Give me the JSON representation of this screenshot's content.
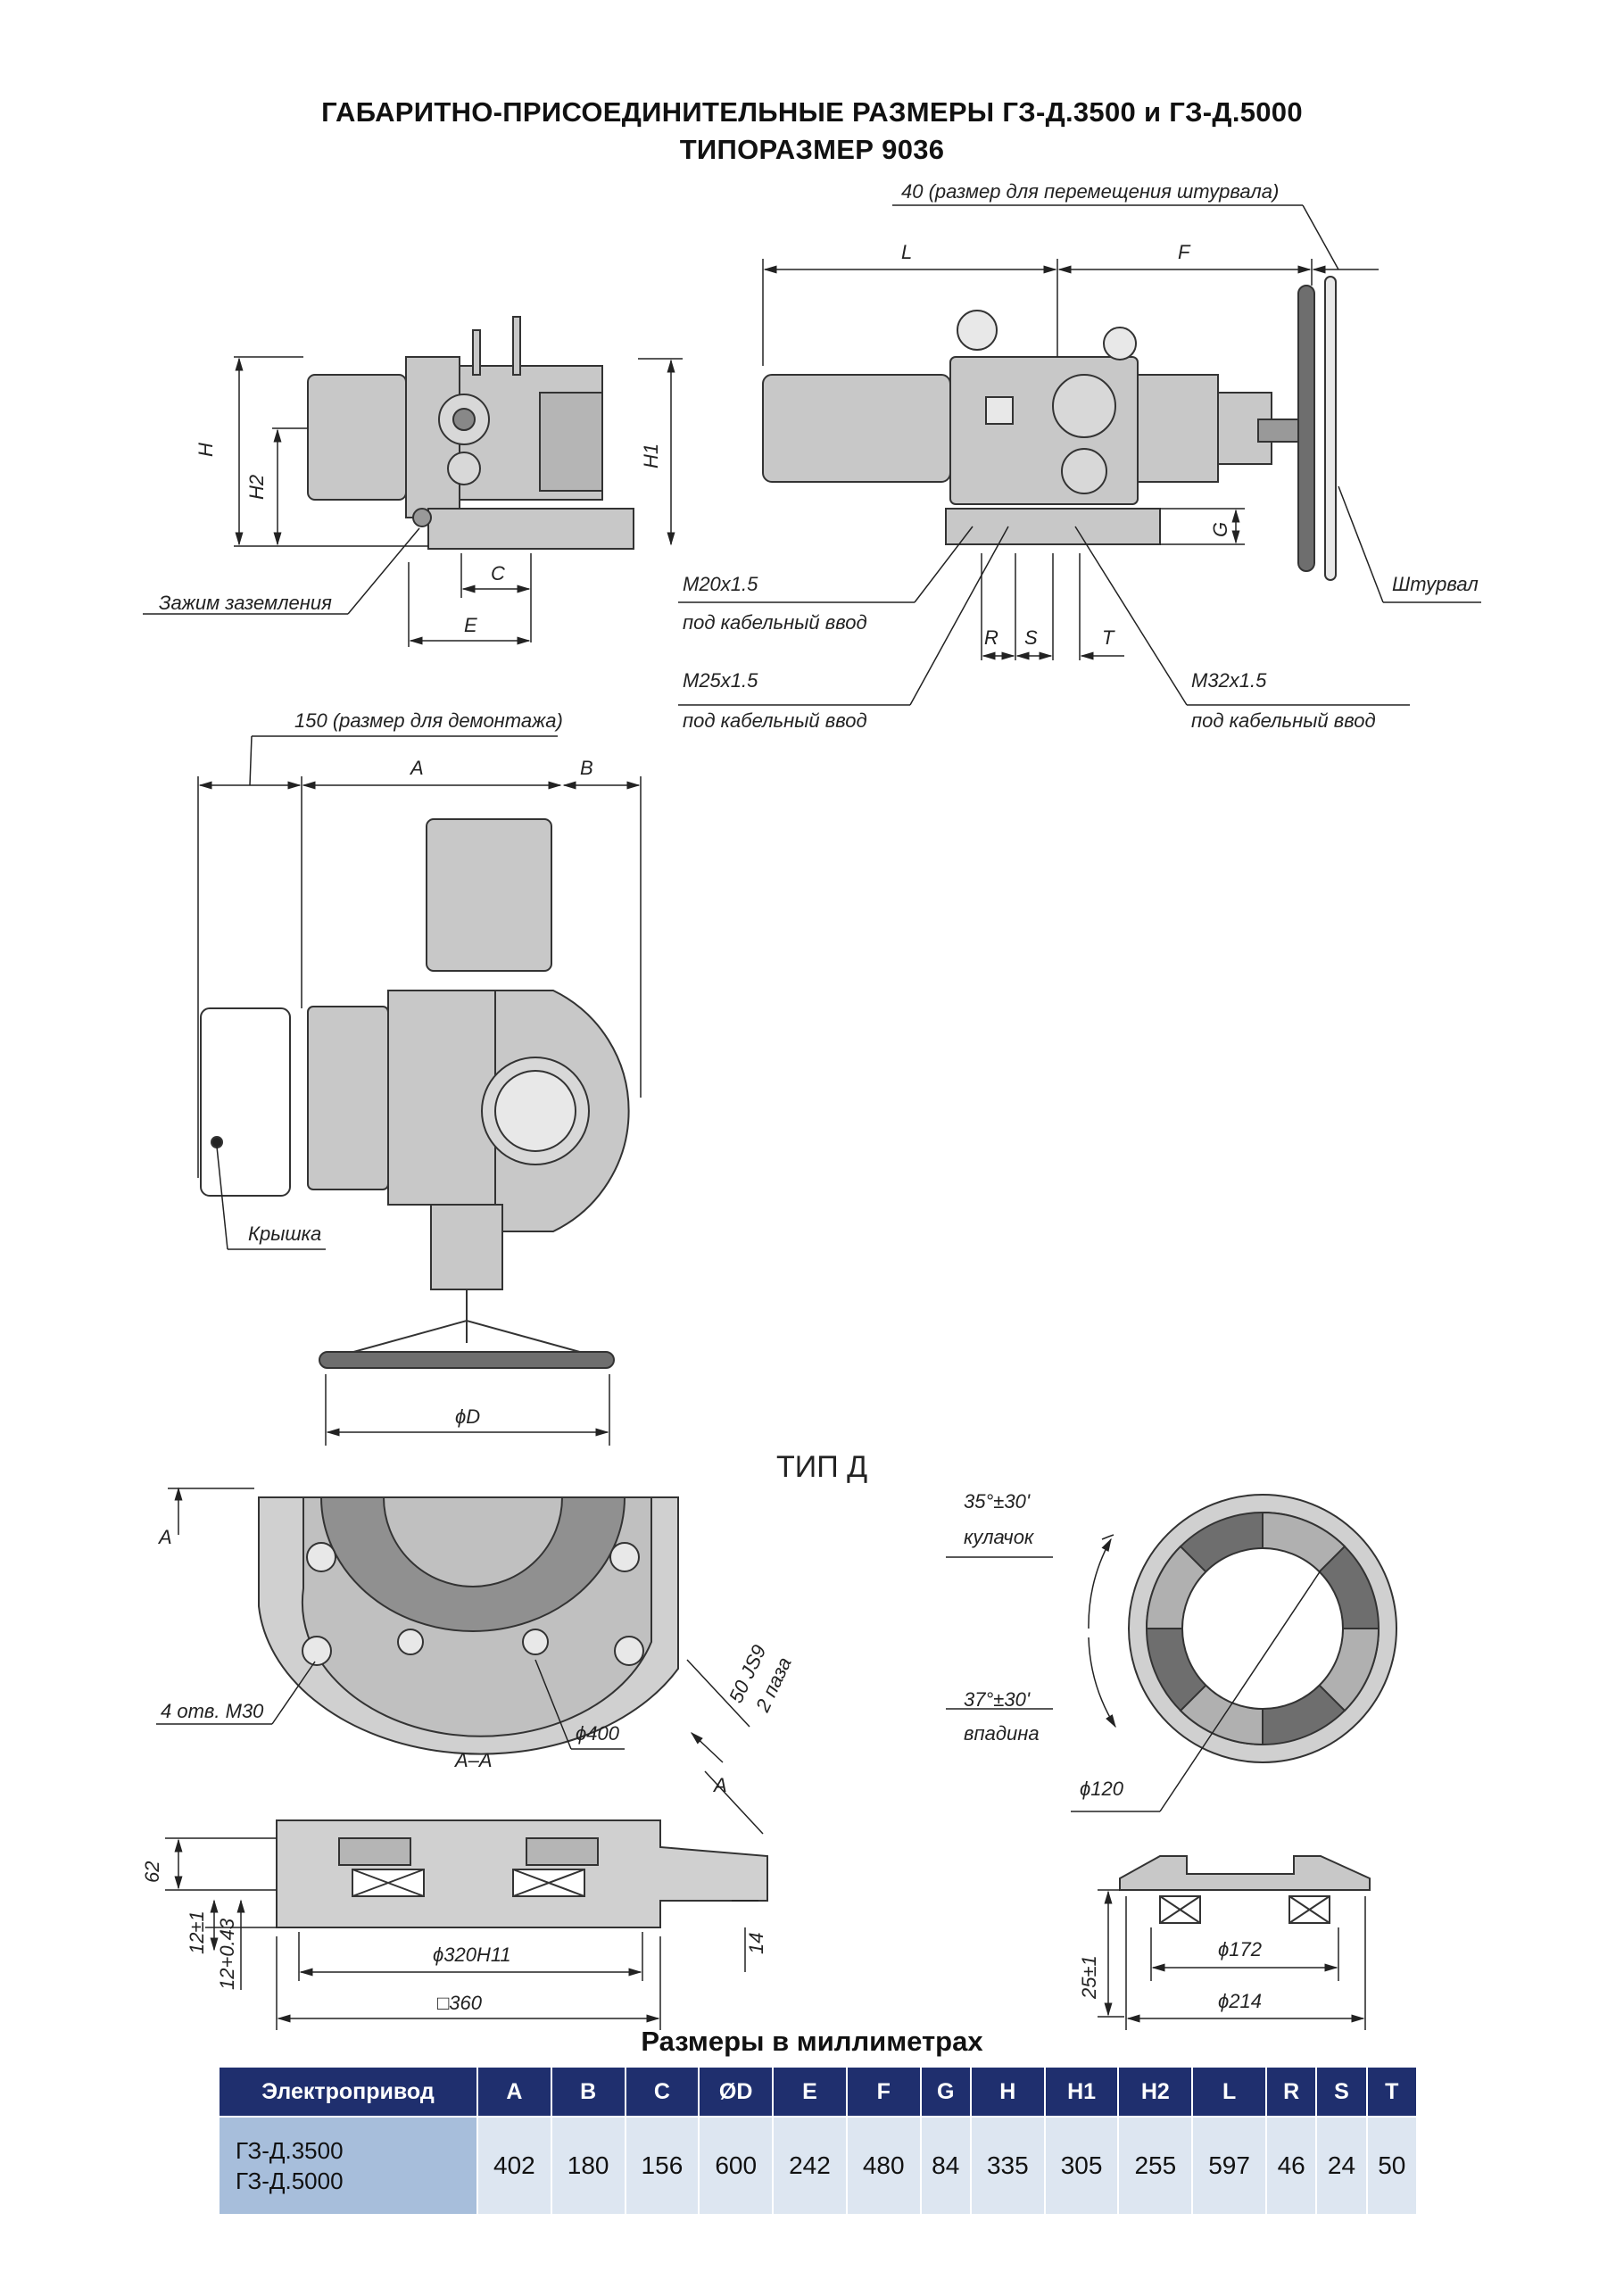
{
  "title": {
    "line1": "ГАБАРИТНО-ПРИСОЕДИНИТЕЛЬНЫЕ РАЗМЕРЫ ГЗ-Д.3500 и ГЗ-Д.5000",
    "line2": "ТИПОРАЗМЕР 9036"
  },
  "labels": {
    "size40": "40 (размер для перемещения штурвала)",
    "L": "L",
    "F": "F",
    "H": "H",
    "H1": "H1",
    "H2": "H2",
    "C": "C",
    "E": "E",
    "G": "G",
    "R": "R",
    "S": "S",
    "T": "T",
    "ground": "Зажим заземления",
    "m20": "M20x1.5",
    "m25": "M25x1.5",
    "m32": "M32x1.5",
    "cable_entry": "под кабельный ввод",
    "handwheel": "Штурвал",
    "size150": "150 (размер для демонтажа)",
    "A": "A",
    "B": "B",
    "cover": "Крышка",
    "phiD": "ϕD",
    "type_d": "ТИП Д",
    "holes": "4 отв. M30",
    "phi400": "ϕ400",
    "slot": "50 JS9",
    "slots2": "2 паза",
    "section": "А–А",
    "arrowA": "А",
    "dim62": "62",
    "dim12pm1": "12±1",
    "dim12tol": "12+0.43",
    "phi320": "ϕ320H11",
    "sq360": "□360",
    "dim14": "14",
    "cam_angle": "35°±30'",
    "cam": "кулачок",
    "gap_angle": "37°±30'",
    "gap": "впадина",
    "phi120": "ϕ120",
    "phi172": "ϕ172",
    "phi214": "ϕ214",
    "dim25": "25±1"
  },
  "table": {
    "caption": "Размеры в миллиметрах",
    "headers": [
      "Электропривод",
      "A",
      "B",
      "C",
      "ØD",
      "E",
      "F",
      "G",
      "H",
      "H1",
      "H2",
      "L",
      "R",
      "S",
      "T"
    ],
    "model_line1": "ГЗ-Д.3500",
    "model_line2": "ГЗ-Д.5000",
    "values": [
      "402",
      "180",
      "156",
      "600",
      "242",
      "480",
      "84",
      "335",
      "305",
      "255",
      "597",
      "46",
      "24",
      "50"
    ]
  },
  "colors": {
    "body_fill": "#c8c8c8",
    "dark_fill": "#6e6e6e",
    "header_bg": "#1f2f6e",
    "cell_bg": "#dde6f1",
    "model_bg": "#a7bedb"
  }
}
